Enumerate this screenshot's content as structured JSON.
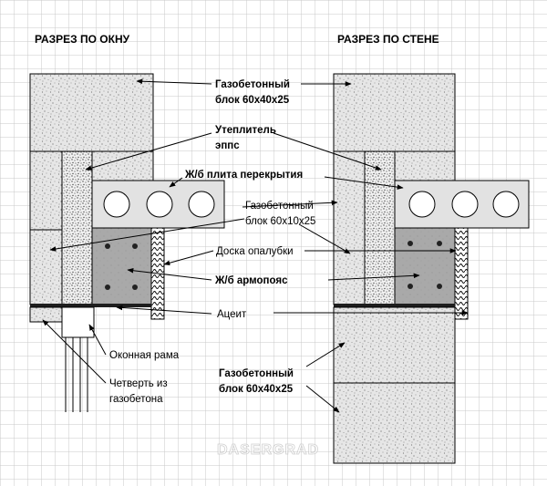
{
  "headings": {
    "window_section": "РАЗРЕЗ ПО ОКНУ",
    "wall_section": "РАЗРЕЗ ПО СТЕНЕ"
  },
  "labels": {
    "aerated_block_line1": "Газобетонный",
    "aerated_block_line2": "блок 60х40х25",
    "insulation_line1": "Утеплитель",
    "insulation_line2": "эппс",
    "slab": "Ж/б плита перекрытия",
    "thin_block_line1": "Газобетонный",
    "thin_block_line2": "блок 60х10х25",
    "formwork_board": "Доска опалубки",
    "ring_beam": "Ж/б армопояс",
    "aceite": "Ацеит",
    "window_frame": "Оконная рама",
    "quarter_line1": "Четверть из",
    "quarter_line2": "газобетона",
    "aerated_block_bottom_line1": "Газобетонный",
    "aerated_block_bottom_line2": "блок 60х40х25"
  },
  "watermark": "DASERGRAD",
  "colors": {
    "block": "#e6e6e6",
    "beam": "#a8a8a8",
    "grid": "#c9c9c9",
    "line": "#000000",
    "membrane": "#1e1e1e"
  }
}
